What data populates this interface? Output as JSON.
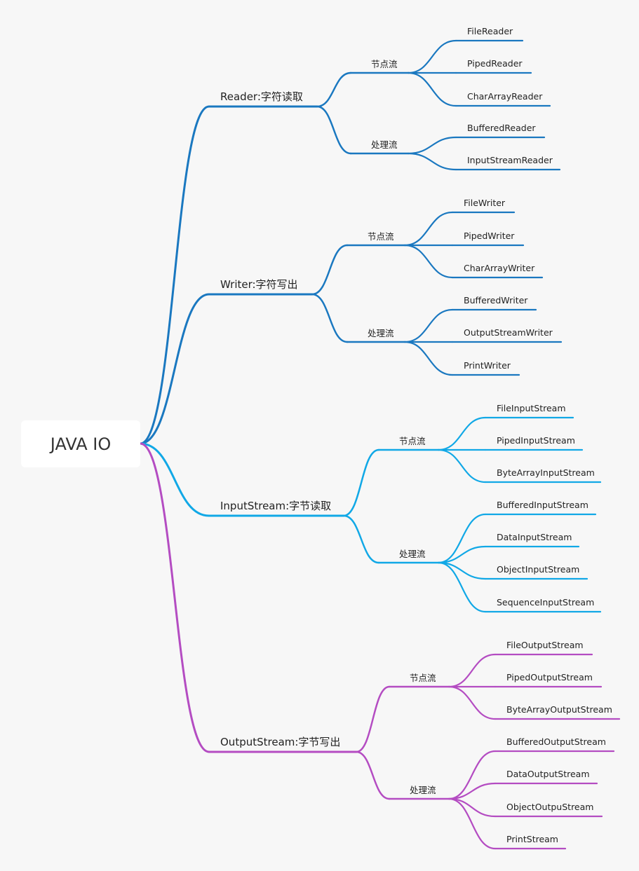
{
  "root": {
    "label": "JAVA IO"
  },
  "colors": {
    "reader_writer": "#1a78c0",
    "input_stream": "#11a8e6",
    "output_stream": "#b44cc2"
  },
  "branches": [
    {
      "label": "Reader:字符读取",
      "color": "#1a78c0",
      "groups": [
        {
          "label": "节点流",
          "leaves": [
            "FileReader",
            "PipedReader",
            "CharArrayReader"
          ]
        },
        {
          "label": "处理流",
          "leaves": [
            "BufferedReader",
            "InputStreamReader"
          ]
        }
      ]
    },
    {
      "label": "Writer:字符写出",
      "color": "#1a78c0",
      "groups": [
        {
          "label": "节点流",
          "leaves": [
            "FileWriter",
            "PipedWriter",
            "CharArrayWriter"
          ]
        },
        {
          "label": "处理流",
          "leaves": [
            "BufferedWriter",
            "OutputStreamWriter",
            "PrintWriter"
          ]
        }
      ]
    },
    {
      "label": "InputStream:字节读取",
      "color": "#11a8e6",
      "groups": [
        {
          "label": "节点流",
          "leaves": [
            "FileInputStream",
            "PipedInputStream",
            "ByteArrayInputStream"
          ]
        },
        {
          "label": "处理流",
          "leaves": [
            "BufferedInputStream",
            "DataInputStream",
            "ObjectInputStream",
            "SequenceInputStream"
          ]
        }
      ]
    },
    {
      "label": "OutputStream:字节写出",
      "color": "#b44cc2",
      "groups": [
        {
          "label": "节点流",
          "leaves": [
            "FileOutputStream",
            "PipedOutputStream",
            "ByteArrayOutputStream"
          ]
        },
        {
          "label": "处理流",
          "leaves": [
            "BufferedOutputStream",
            "DataOutputStream",
            "ObjectOutpuStream",
            "PrintStream"
          ]
        }
      ]
    }
  ]
}
